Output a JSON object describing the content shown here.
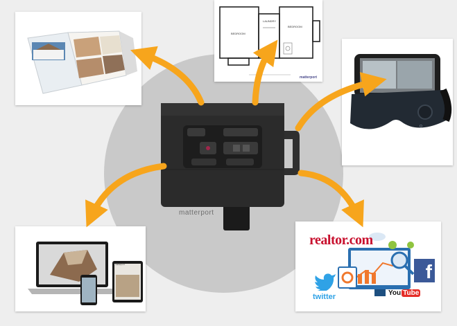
{
  "camera": {
    "brand": "matterport"
  },
  "outputs": {
    "floorplan_logo": "matterport",
    "realtor_logo": "realtor.com",
    "twitter_label": "twitter",
    "youtube_you": "You",
    "youtube_tube": "Tube",
    "facebook_letter": "f",
    "tablet_brand": "matterport"
  },
  "colors": {
    "arrow": "#f7a51c",
    "background_circle": "#c9c9c9",
    "camera_body": "#2b2b2b",
    "realtor_red": "#c8102e",
    "twitter_blue": "#2fa2e6",
    "facebook_blue": "#3b5998",
    "youtube_red": "#e52d27"
  }
}
